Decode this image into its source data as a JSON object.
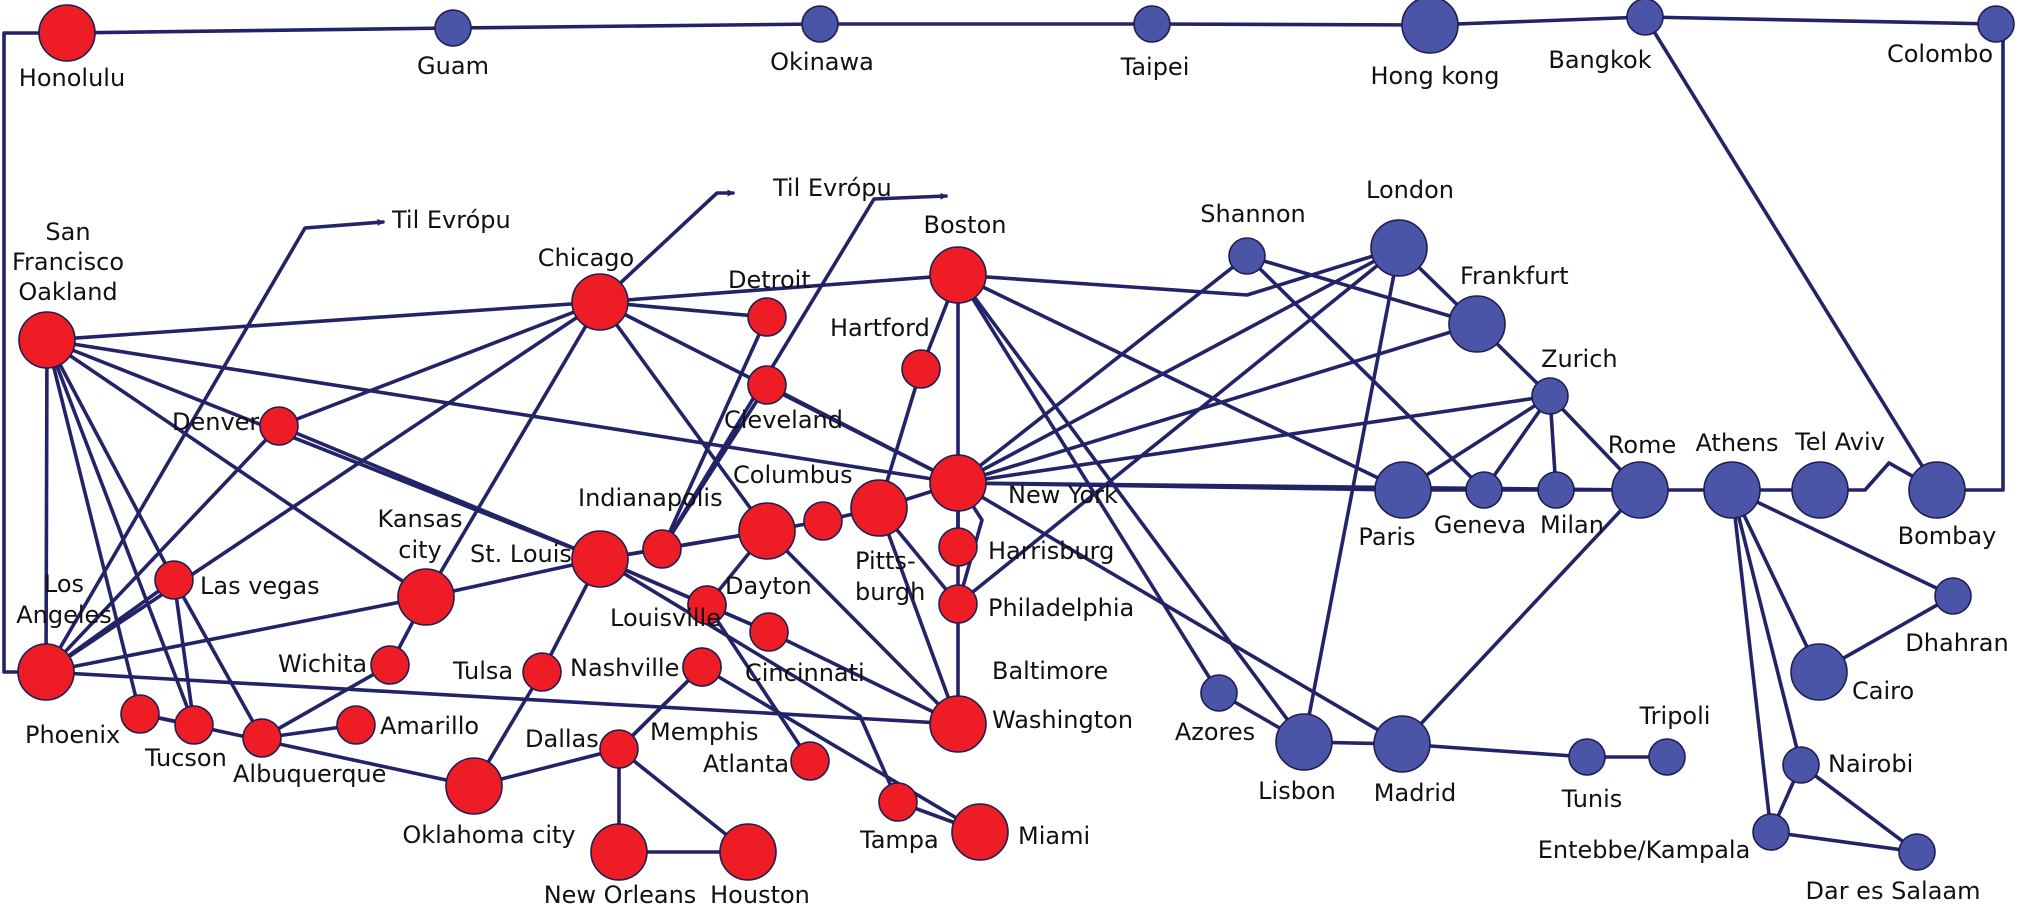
{
  "colors": {
    "us_node": "#ee1c24",
    "intl_node": "#4b55a8",
    "edge": "#232368",
    "label": "#111111"
  },
  "nodes": [
    {
      "id": "honolulu",
      "label": "Honolulu",
      "group": "us",
      "size": "large"
    },
    {
      "id": "guam",
      "label": "Guam",
      "group": "intl",
      "size": "small"
    },
    {
      "id": "okinawa",
      "label": "Okinawa",
      "group": "intl",
      "size": "small"
    },
    {
      "id": "taipei",
      "label": "Taipei",
      "group": "intl",
      "size": "small"
    },
    {
      "id": "hongkong",
      "label": "Hong kong",
      "group": "intl",
      "size": "large"
    },
    {
      "id": "bangkok",
      "label": "Bangkok",
      "group": "intl",
      "size": "small"
    },
    {
      "id": "colombo",
      "label": "Colombo",
      "group": "intl",
      "size": "small"
    },
    {
      "id": "sfo",
      "label": "San Francisco Oakland",
      "group": "us",
      "size": "large"
    },
    {
      "id": "losangeles",
      "label": "Los Angeles",
      "group": "us",
      "size": "large"
    },
    {
      "id": "denver",
      "label": "Denver",
      "group": "us",
      "size": "medium"
    },
    {
      "id": "lasvegas",
      "label": "Las vegas",
      "group": "us",
      "size": "medium"
    },
    {
      "id": "phoenix",
      "label": "Phoenix",
      "group": "us",
      "size": "medium"
    },
    {
      "id": "tucson",
      "label": "Tucson",
      "group": "us",
      "size": "medium"
    },
    {
      "id": "albuquerque",
      "label": "Albuquerque",
      "group": "us",
      "size": "medium"
    },
    {
      "id": "wichita",
      "label": "Wichita",
      "group": "us",
      "size": "medium"
    },
    {
      "id": "amarillo",
      "label": "Amarillo",
      "group": "us",
      "size": "medium"
    },
    {
      "id": "kansascity",
      "label": "Kansas city",
      "group": "us",
      "size": "large"
    },
    {
      "id": "okcity",
      "label": "Oklahoma city",
      "group": "us",
      "size": "large"
    },
    {
      "id": "tulsa",
      "label": "Tulsa",
      "group": "us",
      "size": "medium"
    },
    {
      "id": "stlouis",
      "label": "St. Louis",
      "group": "us",
      "size": "large"
    },
    {
      "id": "chicago",
      "label": "Chicago",
      "group": "us",
      "size": "large"
    },
    {
      "id": "detroit",
      "label": "Detroit",
      "group": "us",
      "size": "medium"
    },
    {
      "id": "cleveland",
      "label": "Cleveland",
      "group": "us",
      "size": "medium"
    },
    {
      "id": "indianapolis",
      "label": "Indianapolis",
      "group": "us",
      "size": "medium"
    },
    {
      "id": "columbus",
      "label": "Columbus",
      "group": "us",
      "size": "large"
    },
    {
      "id": "midohio",
      "label": "",
      "group": "us",
      "size": "medium"
    },
    {
      "id": "dayton",
      "label": "Dayton",
      "group": "us",
      "size": "medium"
    },
    {
      "id": "cincinnati",
      "label": "Cincinnati",
      "group": "us",
      "size": "medium"
    },
    {
      "id": "louisville",
      "label": "Louisville",
      "group": "us",
      "size": "medium"
    },
    {
      "id": "nashville",
      "label": "Nashville",
      "group": "us",
      "size": "medium"
    },
    {
      "id": "memphis",
      "label": "Memphis",
      "group": "us",
      "size": "medium"
    },
    {
      "id": "dallas",
      "label": "Dallas",
      "group": "us",
      "size": "medium"
    },
    {
      "id": "atlanta",
      "label": "Atlanta",
      "group": "us",
      "size": "medium"
    },
    {
      "id": "neworleans",
      "label": "New Orleans",
      "group": "us",
      "size": "large"
    },
    {
      "id": "houston",
      "label": "Houston",
      "group": "us",
      "size": "large"
    },
    {
      "id": "tampa",
      "label": "Tampa",
      "group": "us",
      "size": "medium"
    },
    {
      "id": "miami",
      "label": "Miami",
      "group": "us",
      "size": "large"
    },
    {
      "id": "pittsburgh",
      "label": "Pitts- burgh",
      "group": "us",
      "size": "large"
    },
    {
      "id": "hartford",
      "label": "Hartford",
      "group": "us",
      "size": "medium"
    },
    {
      "id": "boston",
      "label": "Boston",
      "group": "us",
      "size": "large"
    },
    {
      "id": "newyork",
      "label": "New York",
      "group": "us",
      "size": "large"
    },
    {
      "id": "harrisburg",
      "label": "Harrisburg",
      "group": "us",
      "size": "medium"
    },
    {
      "id": "philadelphia",
      "label": "Philadelphia",
      "group": "us",
      "size": "medium"
    },
    {
      "id": "washington",
      "label": "Baltimore Washington",
      "group": "us",
      "size": "large"
    },
    {
      "id": "shannon",
      "label": "Shannon",
      "group": "intl",
      "size": "small"
    },
    {
      "id": "london",
      "label": "London",
      "group": "intl",
      "size": "large"
    },
    {
      "id": "frankfurt",
      "label": "Frankfurt",
      "group": "intl",
      "size": "large"
    },
    {
      "id": "zurich",
      "label": "Zurich",
      "group": "intl",
      "size": "small"
    },
    {
      "id": "paris",
      "label": "Paris",
      "group": "intl",
      "size": "large"
    },
    {
      "id": "geneva",
      "label": "Geneva",
      "group": "intl",
      "size": "small"
    },
    {
      "id": "milan",
      "label": "Milan",
      "group": "intl",
      "size": "small"
    },
    {
      "id": "rome",
      "label": "Rome",
      "group": "intl",
      "size": "large"
    },
    {
      "id": "athens",
      "label": "Athens",
      "group": "intl",
      "size": "large"
    },
    {
      "id": "telaviv",
      "label": "Tel Aviv",
      "group": "intl",
      "size": "large"
    },
    {
      "id": "bombay",
      "label": "Bombay",
      "group": "intl",
      "size": "large"
    },
    {
      "id": "dhahran",
      "label": "Dhahran",
      "group": "intl",
      "size": "small"
    },
    {
      "id": "cairo",
      "label": "Cairo",
      "group": "intl",
      "size": "large"
    },
    {
      "id": "azores",
      "label": "Azores",
      "group": "intl",
      "size": "small"
    },
    {
      "id": "lisbon",
      "label": "Lisbon",
      "group": "intl",
      "size": "large"
    },
    {
      "id": "madrid",
      "label": "Madrid",
      "group": "intl",
      "size": "large"
    },
    {
      "id": "tunis",
      "label": "Tunis",
      "group": "intl",
      "size": "small"
    },
    {
      "id": "tripoli",
      "label": "Tripoli",
      "group": "intl",
      "size": "small"
    },
    {
      "id": "nairobi",
      "label": "Nairobi",
      "group": "intl",
      "size": "small"
    },
    {
      "id": "entebbe",
      "label": "Entebbe/Kampala",
      "group": "intl",
      "size": "small"
    },
    {
      "id": "daressalaam",
      "label": "Dar es Salaam",
      "group": "intl",
      "size": "small"
    }
  ],
  "edges": [
    [
      "honolulu",
      "guam"
    ],
    [
      "guam",
      "okinawa"
    ],
    [
      "okinawa",
      "taipei"
    ],
    [
      "taipei",
      "hongkong"
    ],
    [
      "hongkong",
      "bangkok"
    ],
    [
      "bangkok",
      "colombo"
    ],
    [
      "bangkok",
      "bombay"
    ],
    [
      "colombo",
      "bombay"
    ],
    [
      "honolulu",
      "losangeles"
    ],
    [
      "sfo",
      "chicago"
    ],
    [
      "sfo",
      "newyork"
    ],
    [
      "sfo",
      "stlouis"
    ],
    [
      "sfo",
      "kansascity"
    ],
    [
      "sfo",
      "losangeles"
    ],
    [
      "sfo",
      "lasvegas"
    ],
    [
      "sfo",
      "phoenix"
    ],
    [
      "sfo",
      "tucson"
    ],
    [
      "losangeles",
      "denver"
    ],
    [
      "losangeles",
      "chicago"
    ],
    [
      "losangeles",
      "kansascity"
    ],
    [
      "losangeles",
      "lasvegas"
    ],
    [
      "losangeles",
      "washington"
    ],
    [
      "lasvegas",
      "tucson"
    ],
    [
      "lasvegas",
      "albuquerque"
    ],
    [
      "phoenix",
      "tucson"
    ],
    [
      "phoenix",
      "okcity"
    ],
    [
      "albuquerque",
      "amarillo"
    ],
    [
      "albuquerque",
      "wichita"
    ],
    [
      "wichita",
      "kansascity"
    ],
    [
      "kansascity",
      "stlouis"
    ],
    [
      "kansascity",
      "chicago"
    ],
    [
      "denver",
      "chicago"
    ],
    [
      "denver",
      "stlouis"
    ],
    [
      "okcity",
      "tulsa"
    ],
    [
      "okcity",
      "dallas"
    ],
    [
      "tulsa",
      "stlouis"
    ],
    [
      "stlouis",
      "indianapolis"
    ],
    [
      "stlouis",
      "columbus"
    ],
    [
      "stlouis",
      "dayton"
    ],
    [
      "stlouis",
      "cincinnati"
    ],
    [
      "stlouis",
      "tampa"
    ],
    [
      "chicago",
      "detroit"
    ],
    [
      "chicago",
      "boston"
    ],
    [
      "chicago",
      "newyork"
    ],
    [
      "chicago",
      "columbus"
    ],
    [
      "detroit",
      "indianapolis"
    ],
    [
      "cleveland",
      "newyork"
    ],
    [
      "cleveland",
      "indianapolis"
    ],
    [
      "indianapolis",
      "columbus"
    ],
    [
      "columbus",
      "midohio"
    ],
    [
      "columbus",
      "dayton"
    ],
    [
      "columbus",
      "washington"
    ],
    [
      "midohio",
      "pittsburgh"
    ],
    [
      "dayton",
      "cincinnati"
    ],
    [
      "cincinnati",
      "washington"
    ],
    [
      "louisville",
      "atlanta"
    ],
    [
      "nashville",
      "dallas"
    ],
    [
      "nashville",
      "miami"
    ],
    [
      "memphis",
      "dallas"
    ],
    [
      "dallas",
      "neworleans"
    ],
    [
      "dallas",
      "houston"
    ],
    [
      "neworleans",
      "houston"
    ],
    [
      "tampa",
      "miami"
    ],
    [
      "pittsburgh",
      "newyork"
    ],
    [
      "pittsburgh",
      "hartford"
    ],
    [
      "pittsburgh",
      "philadelphia"
    ],
    [
      "pittsburgh",
      "washington"
    ],
    [
      "hartford",
      "boston"
    ],
    [
      "boston",
      "newyork"
    ],
    [
      "boston",
      "paris"
    ],
    [
      "boston",
      "lisbon"
    ],
    [
      "boston",
      "azores"
    ],
    [
      "boston",
      "shannon"
    ],
    [
      "newyork",
      "harrisburg"
    ],
    [
      "newyork",
      "philadelphia"
    ],
    [
      "newyork",
      "london"
    ],
    [
      "newyork",
      "shannon"
    ],
    [
      "newyork",
      "frankfurt"
    ],
    [
      "newyork",
      "paris"
    ],
    [
      "newyork",
      "rome"
    ],
    [
      "newyork",
      "zurich"
    ],
    [
      "newyork",
      "madrid"
    ],
    [
      "harrisburg",
      "philadelphia"
    ],
    [
      "philadelphia",
      "washington"
    ],
    [
      "philadelphia",
      "london"
    ],
    [
      "shannon",
      "frankfurt"
    ],
    [
      "shannon",
      "geneva"
    ],
    [
      "london",
      "frankfurt"
    ],
    [
      "london",
      "lisbon"
    ],
    [
      "frankfurt",
      "zurich"
    ],
    [
      "zurich",
      "paris"
    ],
    [
      "zurich",
      "geneva"
    ],
    [
      "zurich",
      "milan"
    ],
    [
      "zurich",
      "rome"
    ],
    [
      "paris",
      "geneva"
    ],
    [
      "geneva",
      "milan"
    ],
    [
      "milan",
      "rome"
    ],
    [
      "rome",
      "athens"
    ],
    [
      "rome",
      "madrid"
    ],
    [
      "athens",
      "telaviv"
    ],
    [
      "athens",
      "dhahran"
    ],
    [
      "athens",
      "cairo"
    ],
    [
      "athens",
      "nairobi"
    ],
    [
      "athens",
      "entebbe"
    ],
    [
      "telaviv",
      "bombay"
    ],
    [
      "dhahran",
      "cairo"
    ],
    [
      "azores",
      "lisbon"
    ],
    [
      "lisbon",
      "madrid"
    ],
    [
      "madrid",
      "tunis"
    ],
    [
      "tunis",
      "tripoli"
    ],
    [
      "nairobi",
      "entebbe"
    ],
    [
      "nairobi",
      "daressalaam"
    ],
    [
      "entebbe",
      "daressalaam"
    ]
  ],
  "external_links": [
    {
      "from": "losangeles",
      "label": "Til Evrópu"
    },
    {
      "from": "chicago",
      "label": "Til Evrópu"
    },
    {
      "from": "indianapolis",
      "label": ""
    }
  ]
}
